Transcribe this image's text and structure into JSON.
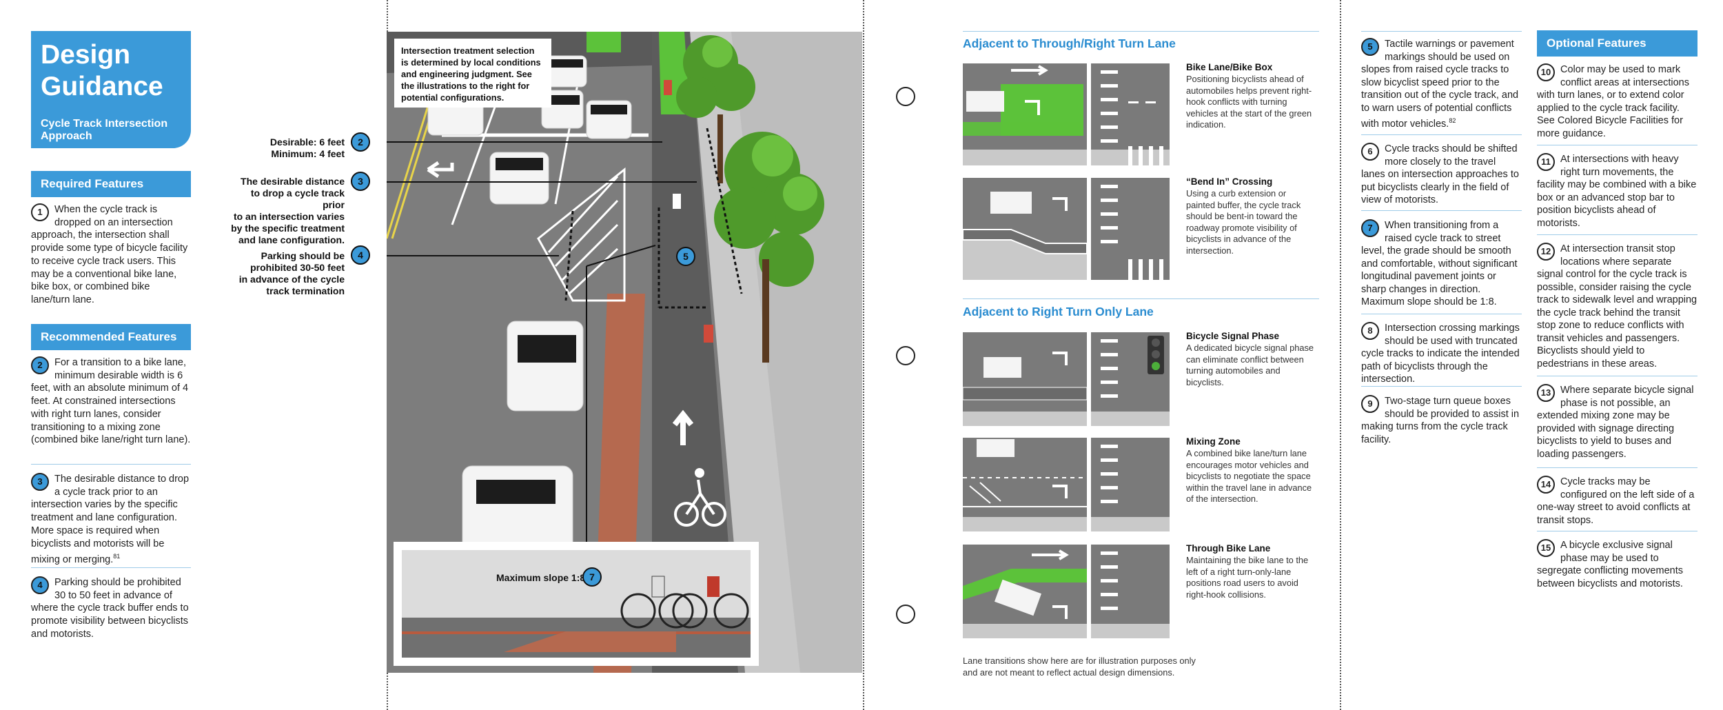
{
  "title": {
    "main_line1": "Design",
    "main_line2": "Guidance",
    "subtitle_line1": "Cycle Track Intersection",
    "subtitle_line2": "Approach"
  },
  "required": {
    "header": "Required Features",
    "items": [
      {
        "num": "1",
        "text": "When the cycle track is dropped on an intersection approach, the intersection shall provide some type of bicycle facility to receive cycle track users. This may be a conventional bike lane, bike box, or combined bike lane/turn lane."
      }
    ]
  },
  "recommended": {
    "header": "Recommended Features",
    "items": [
      {
        "num": "2",
        "text": "For a transition to a bike lane, minimum desirable width is 6 feet, with an absolute minimum of 4 feet. At constrained intersections with right turn lanes, consider transitioning to a mixing zone (combined bike lane/right turn lane)."
      },
      {
        "num": "3",
        "text": "The desirable distance to drop a cycle track prior to an intersection varies by the specific treatment and lane configuration. More space is required when bicyclists and motorists will be mixing or merging.",
        "sup": "81"
      },
      {
        "num": "4",
        "text": "Parking should be prohibited 30 to 50 feet in advance of where the cycle track buffer ends to promote visibility between bicyclists and motorists."
      }
    ]
  },
  "callouts": [
    {
      "num": "2",
      "line1": "Desirable: 6 feet",
      "line2": "Minimum: 4 feet"
    },
    {
      "num": "3",
      "line1": "The desirable distance",
      "line2": "to drop a cycle track prior",
      "line3": "to an intersection varies",
      "line4": "by the specific treatment",
      "line5": "and lane configuration."
    },
    {
      "num": "4",
      "line1": "Parking should be",
      "line2": "prohibited 30-50 feet",
      "line3": "in advance of the cycle",
      "line4": "track termination"
    }
  ],
  "illustration": {
    "note_line1": "Intersection treatment selection",
    "note_line2": "is determined by local conditions",
    "note_line3": "and engineering judgment. See",
    "note_line4": "the illustrations to the right for",
    "note_line5": "potential configurations.",
    "badge5": "5",
    "badge7": "7",
    "slope_label": "Maximum slope 1:8"
  },
  "through_right": {
    "title": "Adjacent to Through/Right Turn Lane",
    "items": [
      {
        "heading": "Bike Lane/Bike Box",
        "text": "Positioning bicyclists ahead of automobiles helps prevent right-hook conflicts with turning vehicles at the start of the green indication."
      },
      {
        "heading": "“Bend In” Crossing",
        "text": "Using a curb extension or painted buffer, the cycle track should be bent-in toward the roadway promote visibility of bicyclists in advance of the intersection."
      }
    ]
  },
  "right_only": {
    "title": "Adjacent to Right Turn Only Lane",
    "items": [
      {
        "heading": "Bicycle Signal Phase",
        "text": "A dedicated bicycle signal phase can eliminate conflict between turning automobiles and bicyclists."
      },
      {
        "heading": "Mixing Zone",
        "text": "A combined bike lane/turn lane encourages motor vehicles and bicyclists to negotiate the space within the travel lane in advance of the intersection."
      },
      {
        "heading": "Through Bike Lane",
        "text": "Maintaining the bike lane to the left of a right turn-only-lane positions road users to avoid right-hook collisions."
      }
    ]
  },
  "footnote": {
    "line1": "Lane transitions show here are for illustration purposes only",
    "line2": "and are not meant to reflect actual design dimensions."
  },
  "more_recommended": [
    {
      "num": "5",
      "text": "Tactile warnings or pavement markings should be used on slopes from raised cycle tracks to slow bicyclist speed prior to the transition out of the cycle track, and to warn users of potential conflicts with motor vehicles.",
      "sup": "82"
    },
    {
      "num": "6",
      "text": "Cycle tracks should be shifted more closely to the travel lanes on intersection approaches to put bicyclists clearly in the field of view of motorists."
    },
    {
      "num": "7",
      "text": "When transitioning from a raised cycle track to street level, the grade should be smooth and comfortable, without significant longitudinal pavement joints or sharp changes in direction. Maximum slope should be 1:8."
    },
    {
      "num": "8",
      "text": "Intersection crossing markings should be used with truncated cycle tracks to indicate the intended path of bicyclists through the intersection."
    },
    {
      "num": "9",
      "text": "Two-stage turn queue boxes should be provided to assist in making turns from the cycle track facility."
    }
  ],
  "optional": {
    "header": "Optional Features",
    "items": [
      {
        "num": "10",
        "text": "Color may be used to mark conflict areas at intersections with turn lanes, or to extend color applied to the cycle track facility. See Colored Bicycle Facilities for more guidance."
      },
      {
        "num": "11",
        "text": "At intersections with heavy right turn movements, the facility may be combined with a bike box or an advanced stop bar to position bicyclists ahead of motorists."
      },
      {
        "num": "12",
        "text": "At intersection transit stop locations where separate signal control for the cycle track is possible, consider raising the cycle track to sidewalk level and wrapping the cycle track behind the transit stop zone to reduce conflicts with transit vehicles and passengers. Bicyclists should yield to pedestrians in these areas."
      },
      {
        "num": "13",
        "text": "Where separate bicycle signal phase is not possible, an extended mixing zone may be provided with signage directing bicyclists to yield to buses and loading passengers."
      },
      {
        "num": "14",
        "text": "Cycle tracks may be configured on the left side of a one-way street to avoid conflicts at transit stops."
      },
      {
        "num": "15",
        "text": "A bicycle exclusive signal phase may be used to segregate conflicting movements between bicyclists and motorists."
      }
    ]
  },
  "colors": {
    "accent": "#3b9ad9",
    "bike_green": "#5cc23a",
    "pavement": "#7a7a7a",
    "brick": "#b5694f"
  }
}
